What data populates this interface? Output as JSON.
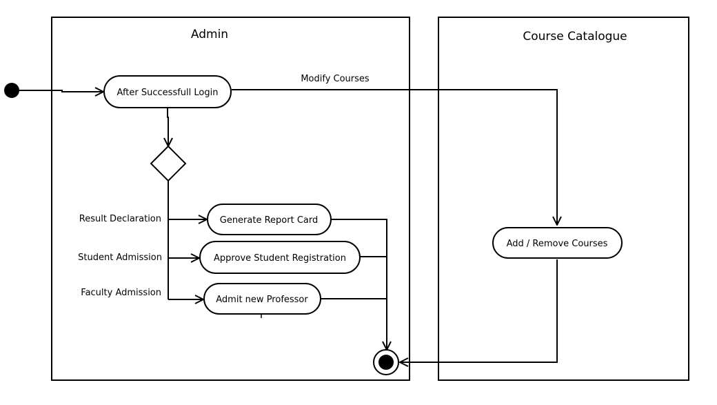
{
  "lanes": {
    "admin": "Admin",
    "catalogue": "Course Catalogue"
  },
  "nodes": {
    "login": "After Successfull Login",
    "report": "Generate Report Card",
    "approve": "Approve Student Registration",
    "admit": "Admit new Professor",
    "addremove": "Add / Remove Courses"
  },
  "edges": {
    "modify": "Modify Courses",
    "result": "Result Declaration",
    "student": "Student Admission",
    "faculty": "Faculty Admission"
  }
}
